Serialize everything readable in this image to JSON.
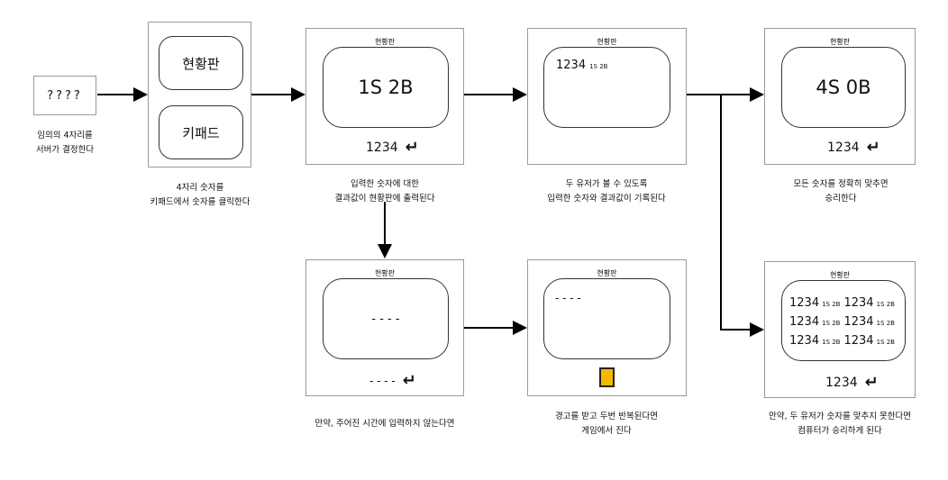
{
  "secret": {
    "value": "????",
    "caption": "임의의 4자리를\n서버가 결정한다"
  },
  "controls": {
    "status_button": "현황판",
    "keypad_button": "키패드",
    "caption": "4자리 숫자를\n키패드에서 숫자를 클릭한다"
  },
  "panel_result": {
    "title": "현황판",
    "display": "1S 2B",
    "input": "1234",
    "caption": "입력한 숫자에 대한\n결과값이 현황판에 출력된다"
  },
  "panel_history": {
    "title": "현황판",
    "entry_number": "1234",
    "entry_result": "1S 2B",
    "caption": "두 유저가 볼 수 있도록\n입력한 숫자와 결과값이 기록된다"
  },
  "panel_win": {
    "title": "현황판",
    "display": "4S 0B",
    "input": "1234",
    "caption": "모든 숫자를 정확히 맞추면\n승리한다"
  },
  "panel_timeout": {
    "title": "현황판",
    "display": "- - - -",
    "input": "- - - -",
    "caption": "만약, 주어진 시간에 입력하지 않는다면"
  },
  "panel_warning": {
    "title": "현황판",
    "display": "- - - -",
    "warning_color": "#f5b800",
    "caption": "경고를 받고 두번 반복된다면\n게임에서 진다"
  },
  "panel_lose": {
    "title": "현황판",
    "rows": [
      [
        {
          "num": "1234",
          "res": "1S 2B"
        },
        {
          "num": "1234",
          "res": "1S 2B"
        }
      ],
      [
        {
          "num": "1234",
          "res": "1S 2B"
        },
        {
          "num": "1234",
          "res": "1S 2B"
        }
      ],
      [
        {
          "num": "1234",
          "res": "1S 2B"
        },
        {
          "num": "1234",
          "res": "1S 2B"
        }
      ]
    ],
    "input": "1234",
    "caption": "만약, 두 유저가 숫자를 맞추지 못한다면\n컴퓨터가 승리하게 된다"
  },
  "icons": {
    "enter": "return-arrow-icon"
  }
}
